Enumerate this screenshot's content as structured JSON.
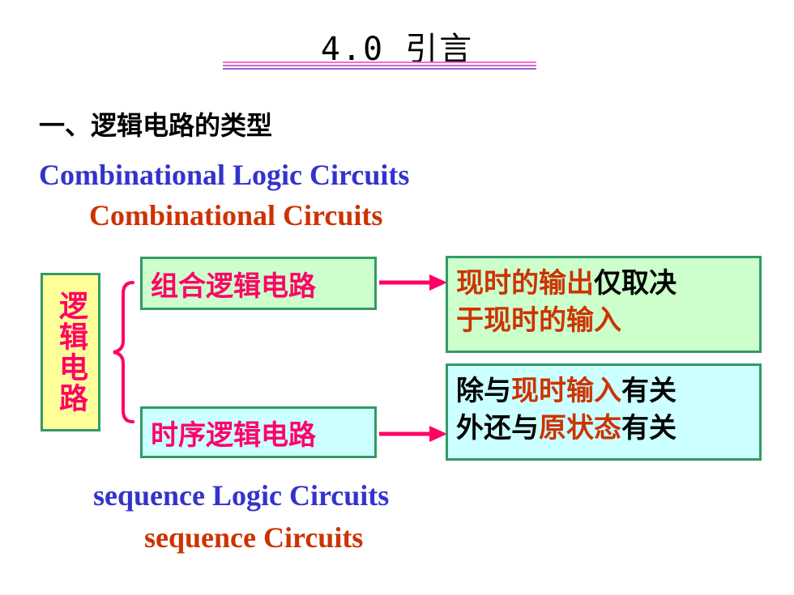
{
  "title": "4.0  引言",
  "heading": "一、逻辑电路的类型",
  "en": {
    "combinational_logic": "Combinational  Logic Circuits",
    "combinational": "Combinational Circuits",
    "sequence_logic": "sequence  Logic  Circuits",
    "sequence": "sequence  Circuits"
  },
  "diagram": {
    "root_label": "逻辑电路",
    "combo_label": "组合逻辑电路",
    "seq_label": "时序逻辑电路",
    "combo_desc": {
      "p1": "现时的输出",
      "p2": "仅取决",
      "p3": "于",
      "p4": "现时的输入"
    },
    "seq_desc": {
      "p1": "除与",
      "p2": "现时输入",
      "p3": "有关",
      "p4": "外还与",
      "p5": "原状态",
      "p6": "有关"
    }
  },
  "colors": {
    "accent_pink": "#ff0066",
    "title_rule": "#cc66cc",
    "blue_text": "#3333cc",
    "brown_text": "#cc3300",
    "box_border": "#339966"
  }
}
